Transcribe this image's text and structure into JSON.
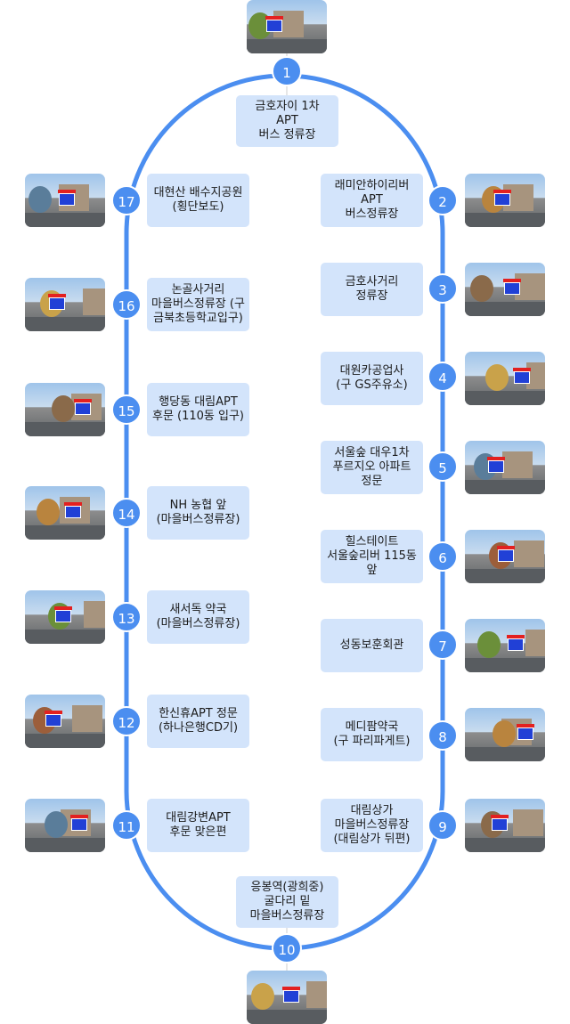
{
  "colors": {
    "route": "#4b8ef0",
    "label_bg": "#d3e4fb",
    "number_text": "#ffffff"
  },
  "stops": [
    {
      "number": "1",
      "name": "금호자이 1차\nAPT\n버스 정류장",
      "photo": "bus-stop-photo"
    },
    {
      "number": "2",
      "name": "래미안하이리버\nAPT\n버스정류장",
      "photo": "bus-stop-photo"
    },
    {
      "number": "3",
      "name": "금호사거리\n정류장",
      "photo": "bus-stop-photo"
    },
    {
      "number": "4",
      "name": "대원카공업사\n(구 GS주유소)",
      "photo": "bus-stop-photo"
    },
    {
      "number": "5",
      "name": "서울숲 대우1차\n푸르지오 아파트\n정문",
      "photo": "bus-stop-photo"
    },
    {
      "number": "6",
      "name": "힐스테이트\n서울숲리버 115동\n앞",
      "photo": "bus-stop-photo"
    },
    {
      "number": "7",
      "name": "성동보훈회관",
      "photo": "bus-stop-photo"
    },
    {
      "number": "8",
      "name": "메디팜약국\n(구 파리파게트)",
      "photo": "bus-stop-photo"
    },
    {
      "number": "9",
      "name": "대림상가\n마을버스정류장\n(대림상가 뒤편)",
      "photo": "bus-stop-photo"
    },
    {
      "number": "10",
      "name": "응봉역(광희중)\n굴다리 밑\n마을버스정류장",
      "photo": "bus-stop-photo"
    },
    {
      "number": "11",
      "name": "대림강변APT\n후문 맞은편",
      "photo": "bus-stop-photo"
    },
    {
      "number": "12",
      "name": "한신휴APT 정문\n(하나은행CD기)",
      "photo": "bus-stop-photo"
    },
    {
      "number": "13",
      "name": "새서독 약국\n(마을버스정류장)",
      "photo": "bus-stop-photo"
    },
    {
      "number": "14",
      "name": "NH 농협 앞\n(마을버스정류장)",
      "photo": "bus-stop-photo"
    },
    {
      "number": "15",
      "name": "행당동 대림APT\n후문 (110동 입구)",
      "photo": "bus-stop-photo"
    },
    {
      "number": "16",
      "name": "논골사거리\n마을버스정류장 (구\n금북초등학교입구)",
      "photo": "bus-stop-photo"
    },
    {
      "number": "17",
      "name": "대현산 배수지공원\n(횡단보도)",
      "photo": "bus-stop-photo"
    }
  ]
}
